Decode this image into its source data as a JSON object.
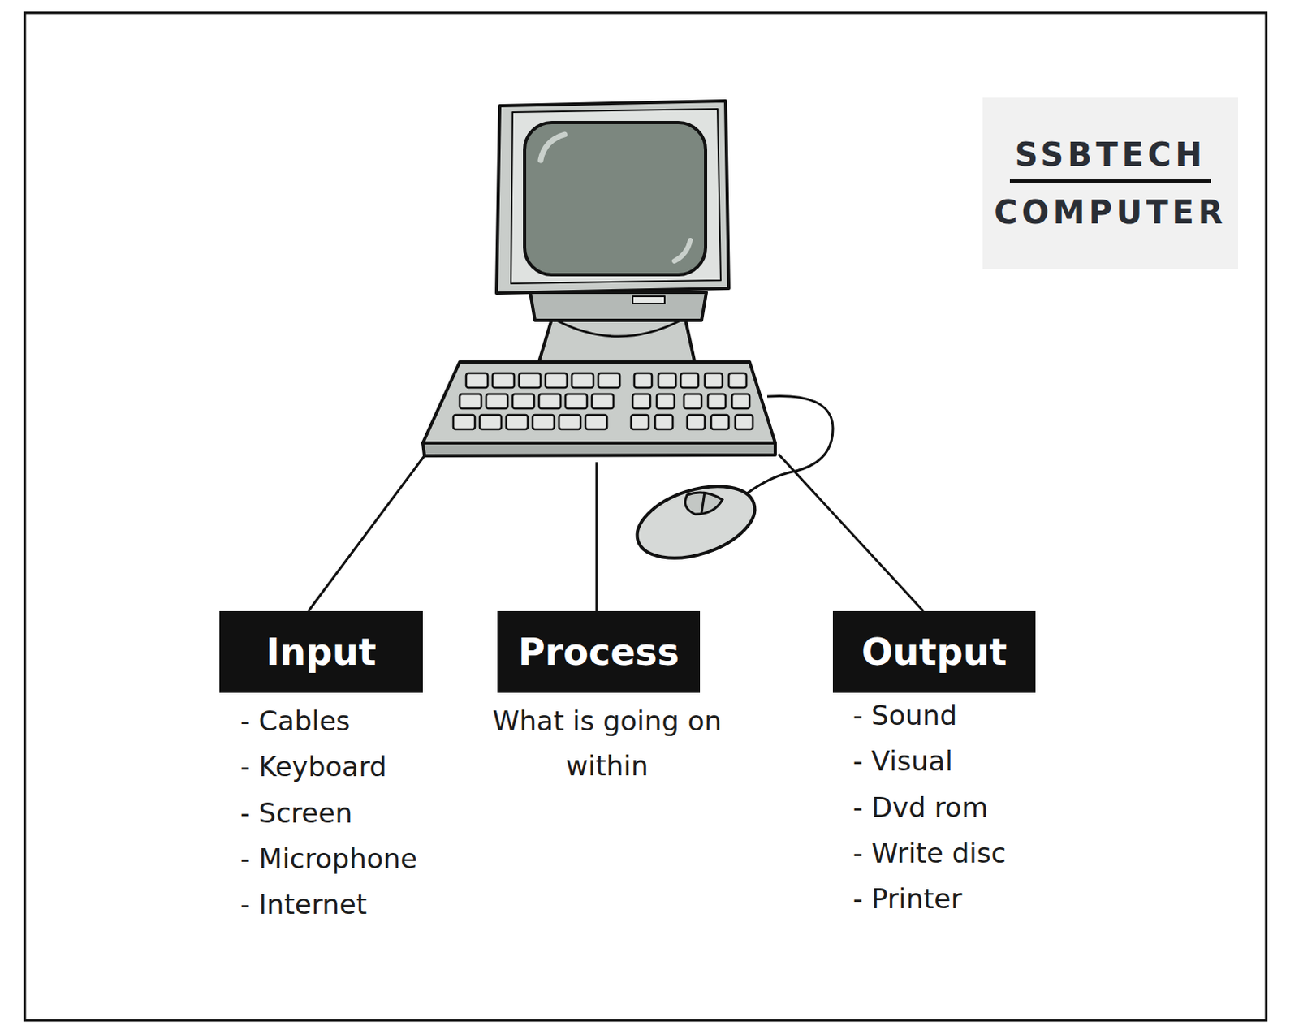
{
  "diagram": {
    "nodes": [
      {
        "text": [
          "SSBTECH",
          "COMPUTER"
        ]
      },
      {
        "text": [
          "Input"
        ]
      },
      {
        "text": [
          "Process"
        ]
      },
      {
        "text": [
          "Output"
        ]
      }
    ],
    "labels": [
      "- Cables",
      "- Keyboard",
      "- Screen",
      "- Microphone",
      "- Internet",
      "What is going on within",
      "- Sound",
      "- Visual",
      "- Dvd rom",
      "- Write disc",
      "- Printer"
    ]
  }
}
